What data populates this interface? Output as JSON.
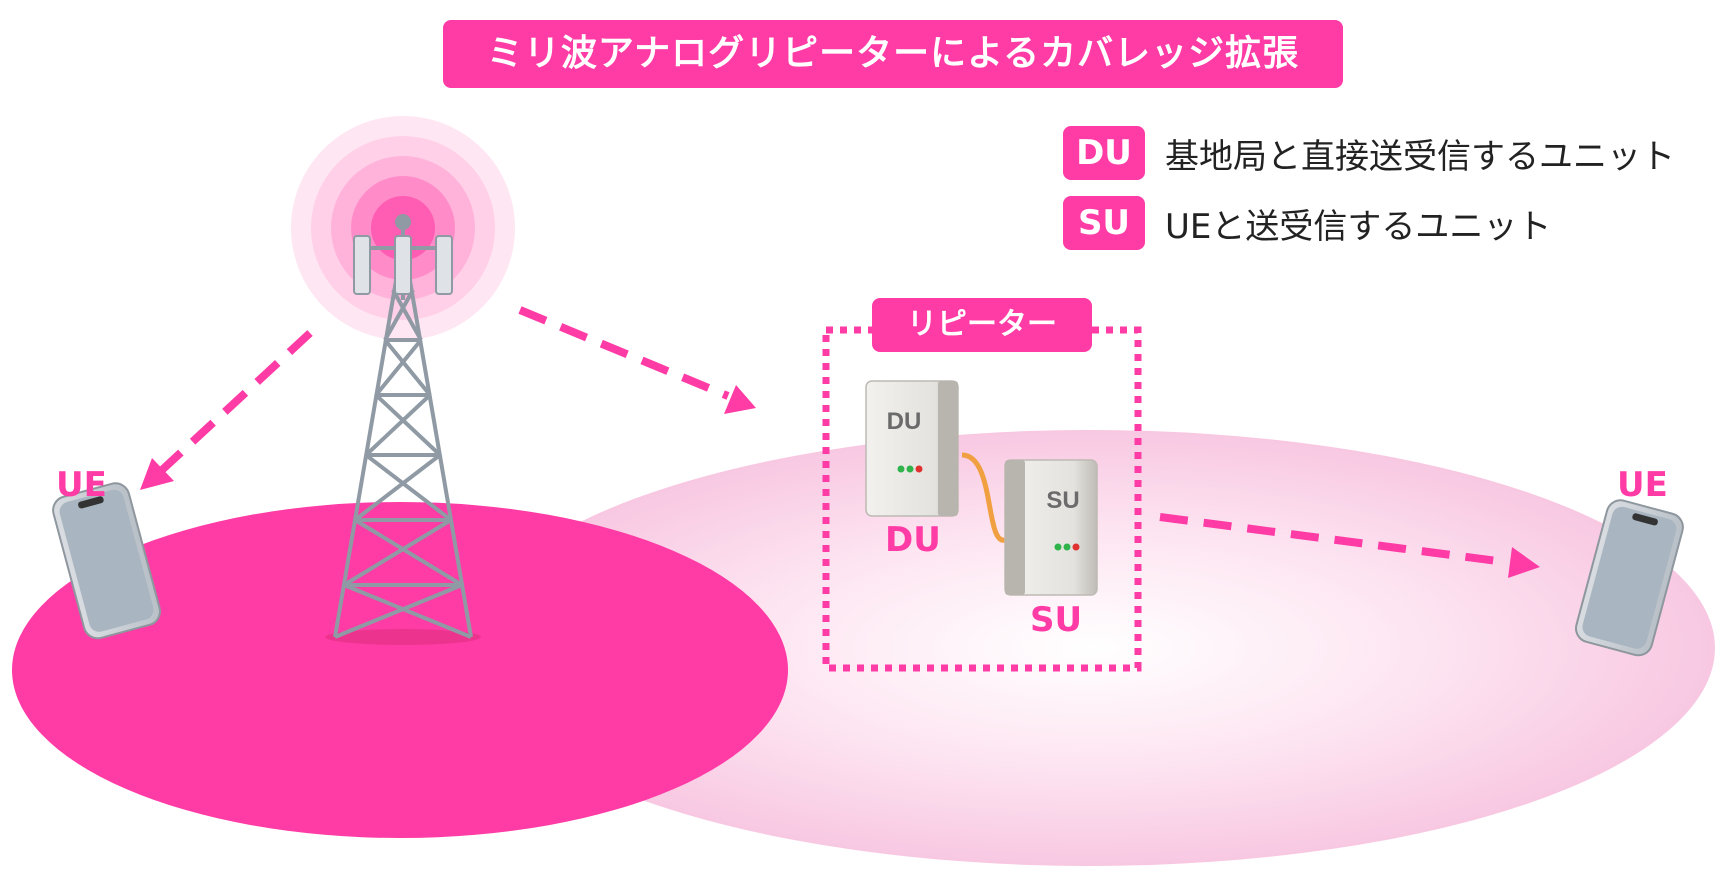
{
  "title": "ミリ波アナログリピーターによるカバレッジ拡張",
  "legend": [
    {
      "badge": "DU",
      "text": "基地局と直接送受信するユニット"
    },
    {
      "badge": "SU",
      "text": "UEと送受信するユニット"
    }
  ],
  "repeater": {
    "label": "リピーター",
    "du_device_text": "DU",
    "su_device_text": "SU",
    "du_label": "DU",
    "su_label": "SU"
  },
  "ue_left_label": "UE",
  "ue_right_label": "UE",
  "colors": {
    "accent": "#ff3ba5",
    "coverage_light": "#fbd9ec",
    "device_body": "#e8e6e2",
    "phone_screen": "#a9b5c0",
    "cable": "#f0a040",
    "tower": "#8f9aa4"
  }
}
